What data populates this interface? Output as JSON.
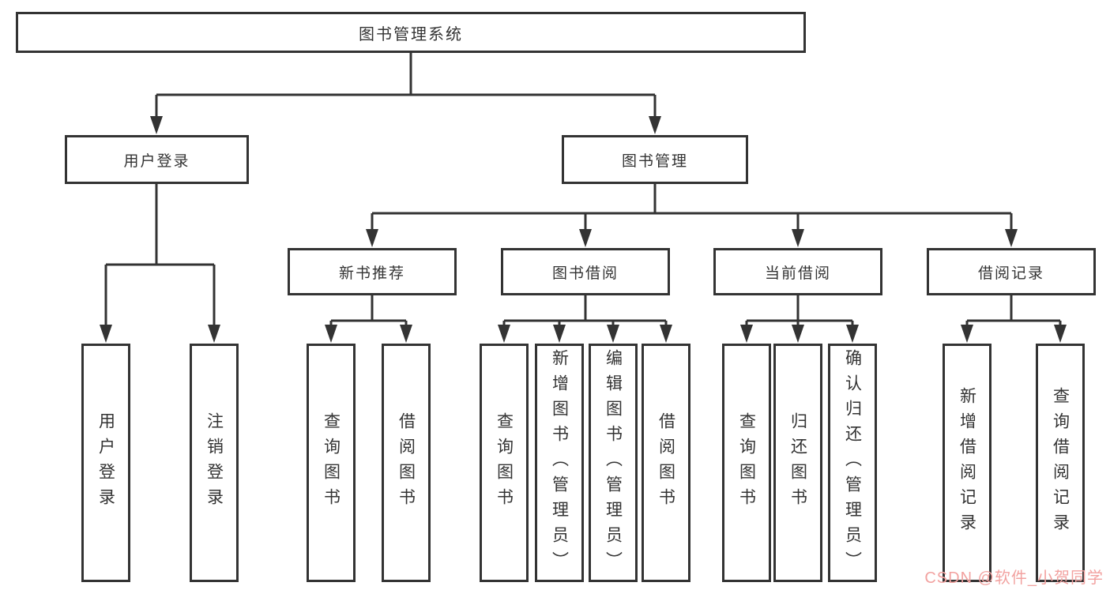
{
  "diagram_type": "hierarchy-tree",
  "tree": {
    "label": "图书管理系统",
    "children": [
      {
        "label": "用户登录",
        "children": [
          {
            "label": "用户登录"
          },
          {
            "label": "注销登录"
          }
        ]
      },
      {
        "label": "图书管理",
        "children": [
          {
            "label": "新书推荐",
            "children": [
              {
                "label": "查询图书"
              },
              {
                "label": "借阅图书"
              }
            ]
          },
          {
            "label": "图书借阅",
            "children": [
              {
                "label": "查询图书"
              },
              {
                "label": "新增图书（管理员）"
              },
              {
                "label": "编辑图书（管理员）"
              },
              {
                "label": "借阅图书"
              }
            ]
          },
          {
            "label": "当前借阅",
            "children": [
              {
                "label": "查询图书"
              },
              {
                "label": "归还图书"
              },
              {
                "label": "确认归还（管理员）"
              }
            ]
          },
          {
            "label": "借阅记录",
            "children": [
              {
                "label": "新增借阅记录"
              },
              {
                "label": "查询借阅记录"
              }
            ]
          }
        ]
      }
    ]
  },
  "watermark": {
    "text": "CSDN @软件_小贺同学"
  },
  "colors": {
    "line": "#333333",
    "box_border": "#333333",
    "box_fill": "#ffffff",
    "text": "#333333",
    "watermark": "#f2a2a0",
    "background": "#ffffff"
  }
}
